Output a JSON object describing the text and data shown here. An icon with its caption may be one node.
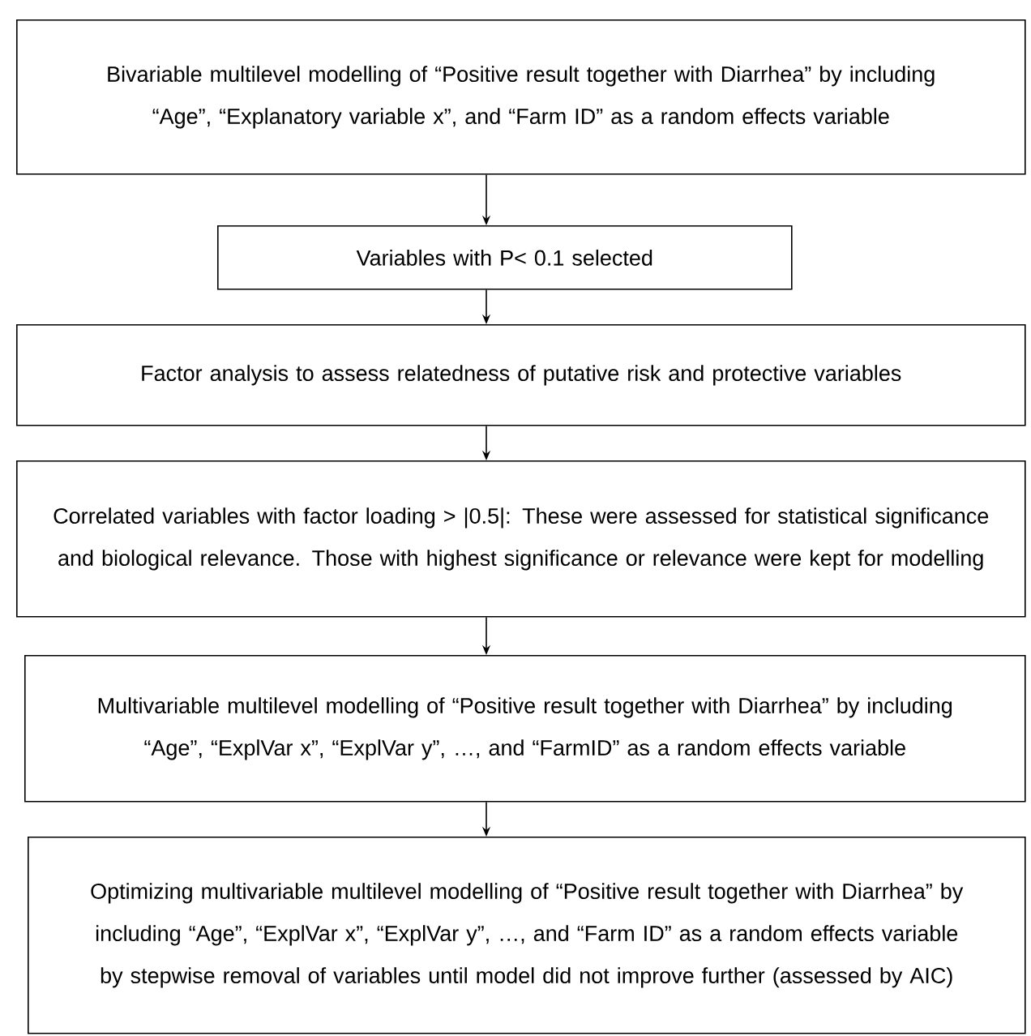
{
  "diagram": {
    "nodes": [
      {
        "text": [
          "Bivariable multilevel modelling of “Positive result together with Diarrhea” by including “Age”, “Explanatory variable x”, and “Farm ID” as a random effects variable"
        ]
      },
      {
        "text": [
          "Variables with P< 0.1 selected"
        ]
      },
      {
        "text": [
          "Factor analysis to assess relatedness of putative risk and protective variables"
        ]
      },
      {
        "text": [
          "Correlated variables with factor loading > |0.5|: These were assessed for statistical significance and biological relevance. Those with highest significance or relevance were kept for modelling"
        ]
      },
      {
        "text": [
          "Multivariable multilevel modelling of “Positive result together with Diarrhea” by including “Age”, “ExplVar x”, “ExplVar y”, …, and “FarmID” as a random effects variable"
        ]
      },
      {
        "text": [
          "Optimizing multivariable multilevel modelling of “Positive result together with Diarrhea” by including “Age”, “ExplVar x”, “ExplVar y”, …, and “Farm ID” as a random effects variable by stepwise removal of variables until model did not improve further (assessed by AIC)"
        ]
      }
    ],
    "edges": [
      {
        "from": 0,
        "to": 1,
        "arrow": "to"
      },
      {
        "from": 1,
        "to": 2,
        "arrow": "to"
      },
      {
        "from": 2,
        "to": 3,
        "arrow": "to"
      },
      {
        "from": 3,
        "to": 4,
        "arrow": "to"
      },
      {
        "from": 4,
        "to": 5,
        "arrow": "to"
      }
    ]
  }
}
